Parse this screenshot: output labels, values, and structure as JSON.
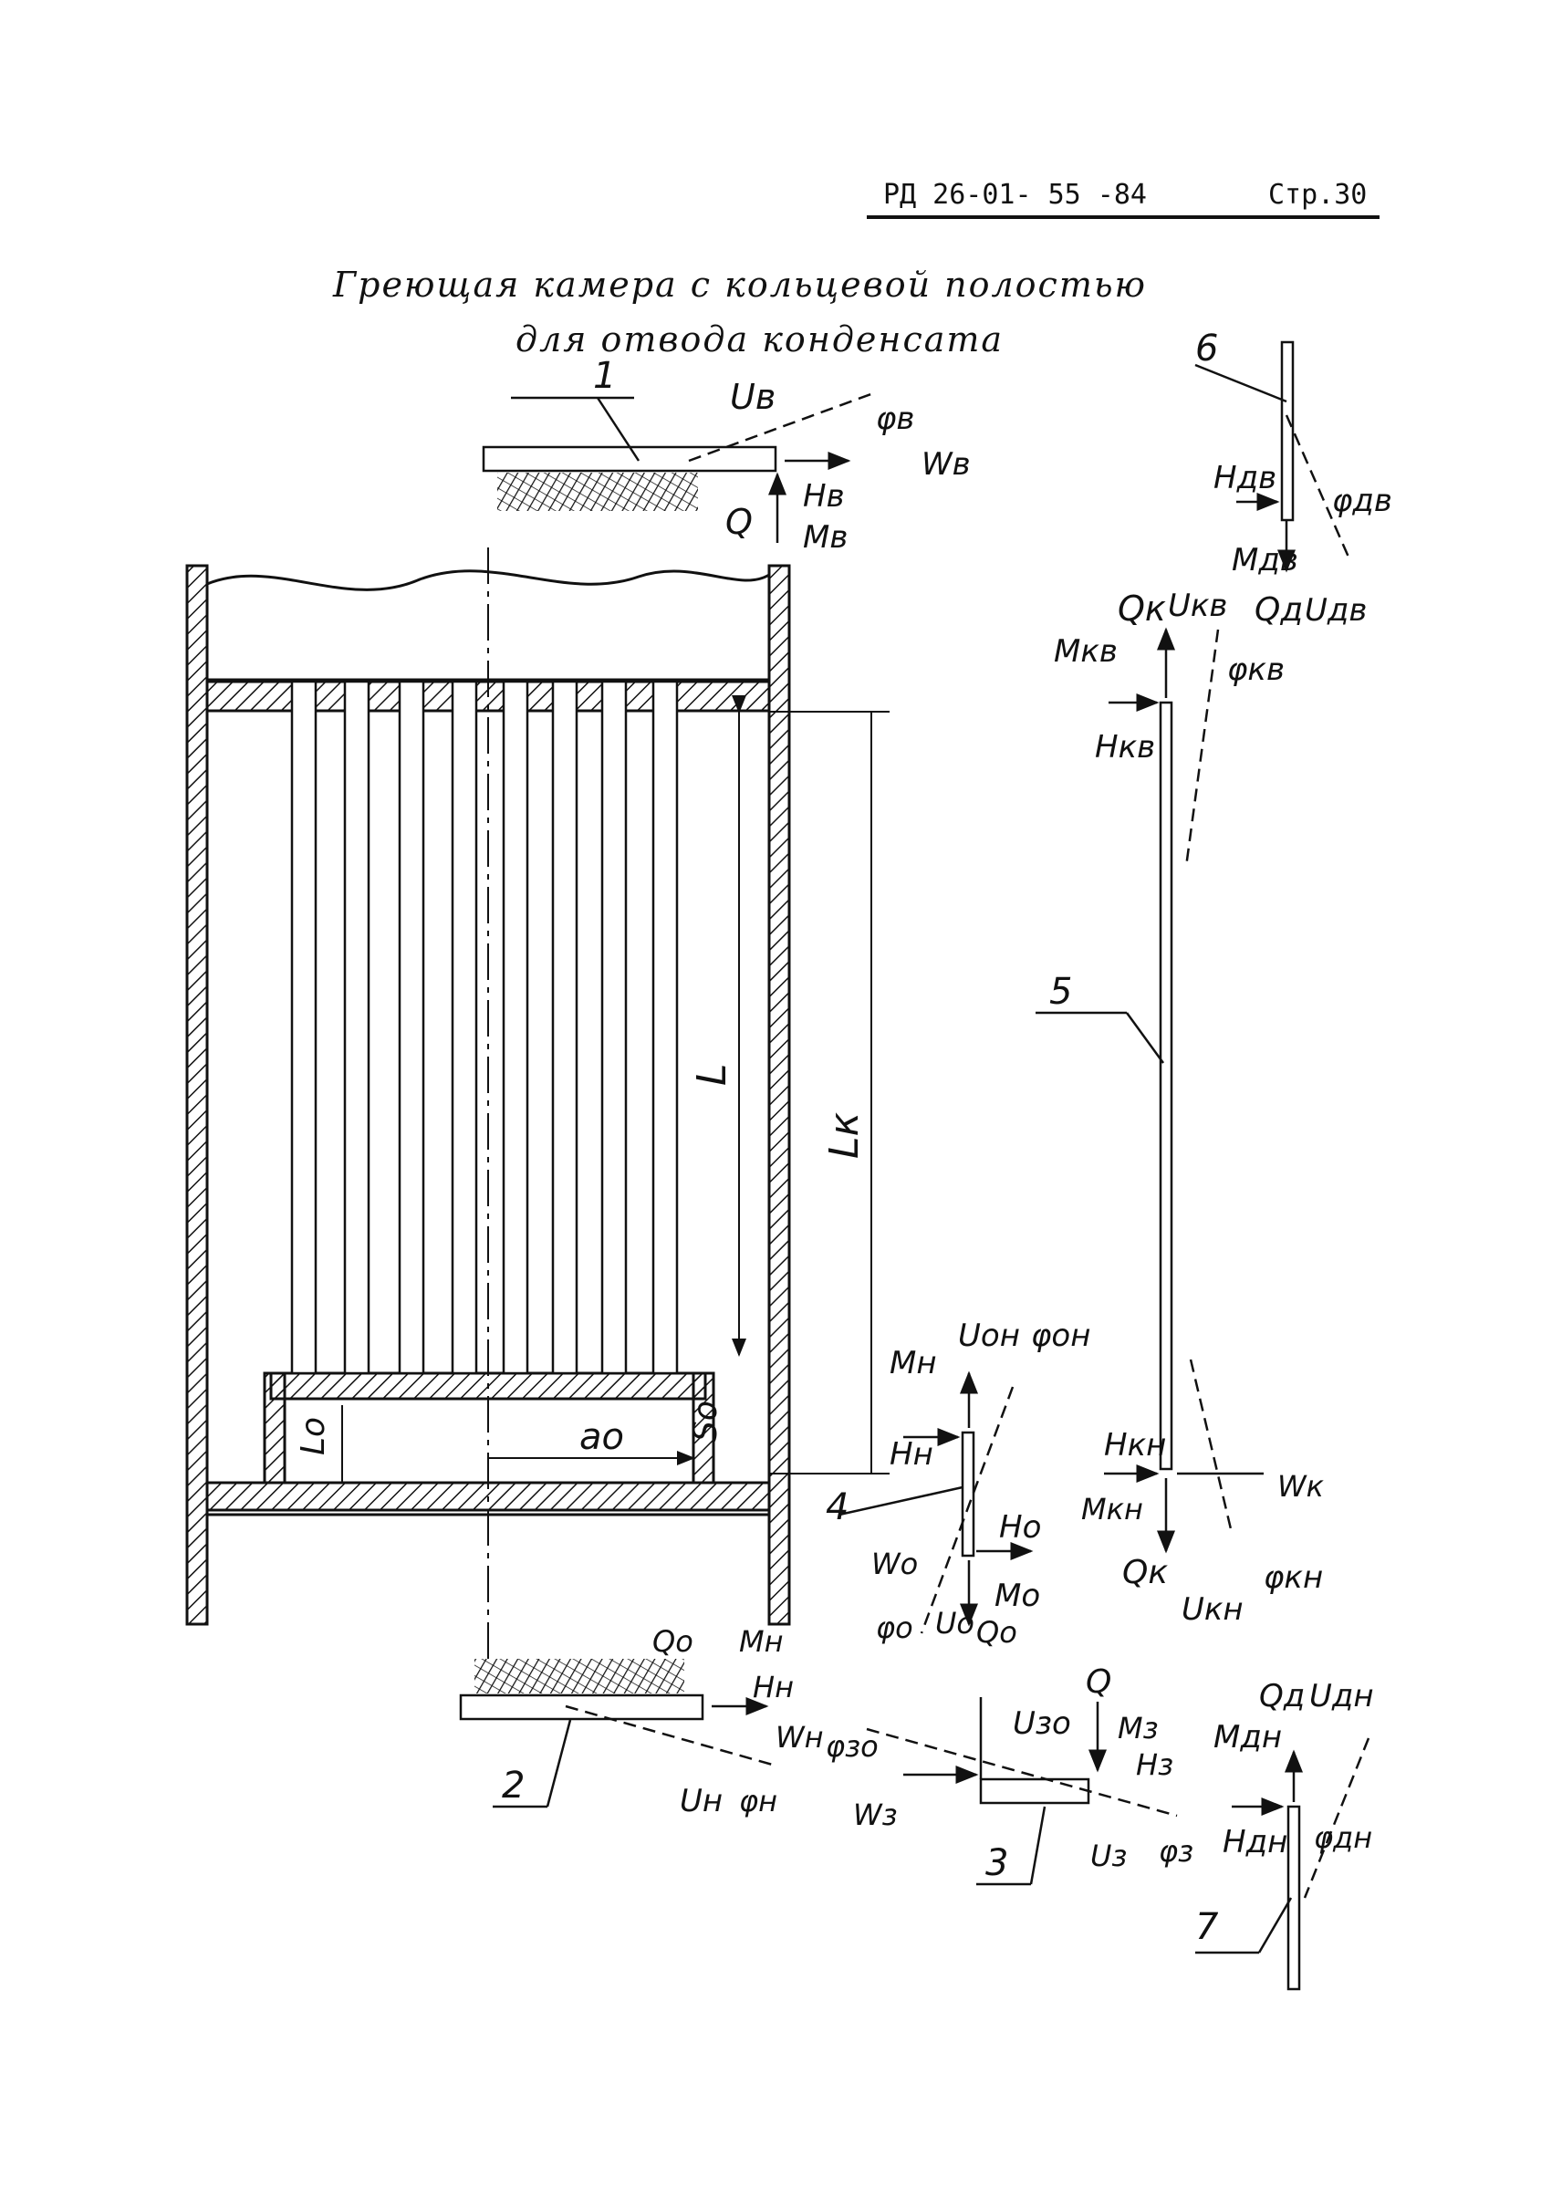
{
  "header": {
    "doc_code": "РД 26-01- 55 -84",
    "page": "Стр.30"
  },
  "title": {
    "line1": "Греющая камера с кольцевой полостью",
    "line2": "для отвода конденсата"
  },
  "callouts": {
    "n1": "1",
    "n2": "2",
    "n3": "3",
    "n4": "4",
    "n5": "5",
    "n6": "6",
    "n7": "7"
  },
  "dimensions": {
    "L": "L",
    "Lk": "Lк",
    "Lo": "Lo",
    "ao": "ao",
    "So": "So"
  },
  "labels": {
    "uv": "Uв",
    "phiv": "φв",
    "wv": "Wв",
    "hv": "Hв",
    "q": "Q",
    "mv": "Mв",
    "hdv": "Hдв",
    "phidv": "φдв",
    "mdv": "Mдв",
    "qk_top": "Qк",
    "ukv": "Uкв",
    "qd_top": "Qд",
    "udv": "Uдв",
    "mkv": "Mкв",
    "phikv": "φкв",
    "hkv": "Hкв",
    "uon": "Uон",
    "phion": "φон",
    "mn": "Mн",
    "hn": "Hн",
    "ho": "Ho",
    "wo": "Wo",
    "mo": "Mo",
    "phio": "φo",
    "uo": "Uo",
    "qo": "Qo",
    "hkn": "Hкн",
    "wk": "Wк",
    "mkn": "Mкн",
    "qk_bot": "Qк",
    "phikn": "φкн",
    "ukn": "Uкн",
    "qo2": "Qo",
    "mn2": "Mн",
    "hn2": "Hн",
    "wn": "Wн",
    "un": "Uн",
    "phin": "φн",
    "phizo": "φзо",
    "uzo": "Uзо",
    "q3": "Q",
    "mz": "Mз",
    "hz": "Hз",
    "wz": "Wз",
    "uz": "Uз",
    "phiz": "φз",
    "qd_bot": "Qд",
    "udn": "Uдн",
    "mdn": "Mдн",
    "hdn": "Hдн",
    "phidn": "φдн"
  }
}
